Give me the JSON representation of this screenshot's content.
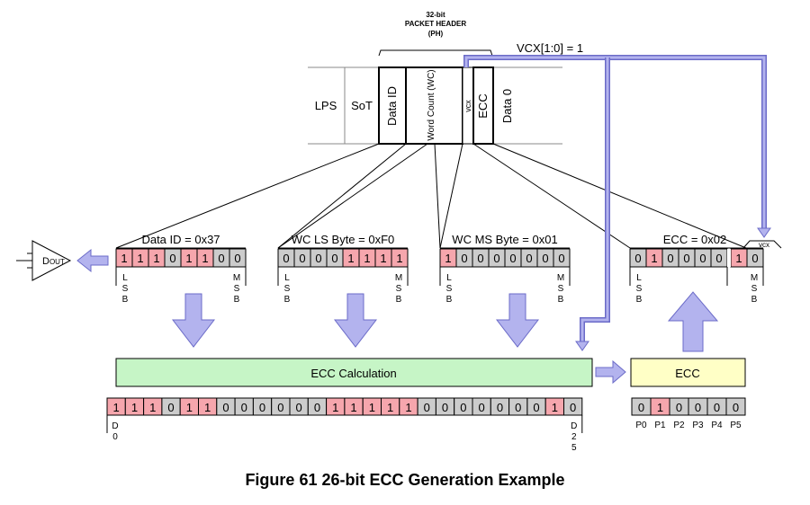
{
  "colors": {
    "pink": "#f6a6ad",
    "grey": "#cccccc",
    "white": "#ffffff",
    "arrow_fill": "#b3b3ee",
    "arrow_stroke": "#6b6bc8",
    "ecc_calc_fill": "#c6f5c6",
    "ecc_box_fill": "#ffffc6"
  },
  "header": {
    "bits": "32-bit",
    "title": "PACKET HEADER",
    "abbr": "(PH)",
    "vcx_label": "VCX[1:0] = 1",
    "fields": [
      "LPS",
      "SoT",
      "Data ID",
      "Word Count (WC)",
      "vcx",
      "ECC",
      "Data 0"
    ]
  },
  "dout_label": "DOUT",
  "registers": [
    {
      "label": "Data ID = 0x37",
      "bits": [
        1,
        1,
        1,
        0,
        1,
        1,
        0,
        0
      ],
      "lsb": "LSB",
      "msb": "MSB"
    },
    {
      "label": "WC LS Byte = 0xF0",
      "bits": [
        0,
        0,
        0,
        0,
        1,
        1,
        1,
        1
      ],
      "lsb": "LSB",
      "msb": "MSB"
    },
    {
      "label": "WC MS Byte = 0x01",
      "bits": [
        1,
        0,
        0,
        0,
        0,
        0,
        0,
        0
      ],
      "lsb": "LSB",
      "msb": "MSB"
    },
    {
      "label": "ECC = 0x02",
      "bits": [
        0,
        1,
        0,
        0,
        0,
        0,
        1,
        0
      ],
      "lsb": "LSB",
      "msb": "MSB",
      "vcx": "vcx"
    }
  ],
  "ecc_calc_label": "ECC Calculation",
  "ecc_label": "ECC",
  "d26_bits": [
    1,
    1,
    1,
    0,
    1,
    1,
    0,
    0,
    0,
    0,
    0,
    0,
    1,
    1,
    1,
    1,
    1,
    0,
    0,
    0,
    0,
    0,
    0,
    0,
    1,
    0
  ],
  "d_low": "D0",
  "d_high": "D25",
  "p_bits": [
    0,
    1,
    0,
    0,
    0,
    0
  ],
  "p_labels": [
    "P0",
    "P1",
    "P2",
    "P3",
    "P4",
    "P5"
  ],
  "caption": "Figure 61 26-bit ECC Generation Example"
}
